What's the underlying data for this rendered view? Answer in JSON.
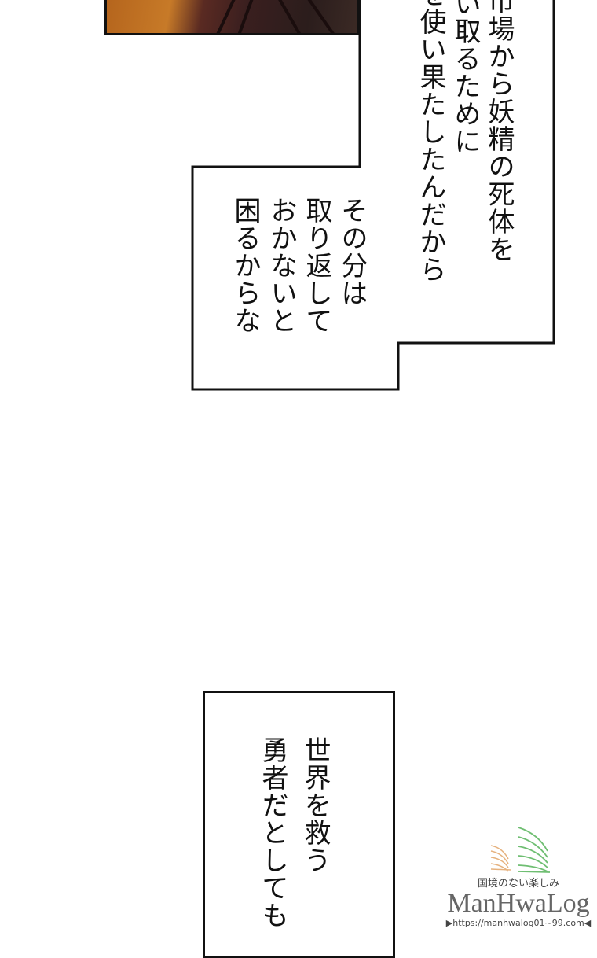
{
  "bubble_1": {
    "lines": [
      "市場から妖精の死体を",
      "買い取るために",
      "を使い果たしたんだから"
    ]
  },
  "bubble_2": {
    "lines": [
      "その分は",
      "取り返して",
      "おかないと",
      "困るからな"
    ]
  },
  "bubble_3": {
    "lines": [
      "世界を救う",
      "勇者だとしても"
    ]
  },
  "watermark": {
    "tagline": "国境のない楽しみ",
    "brand": "ManHwaLog",
    "url": "▶https://manhwalog01~99.com◀",
    "colors": {
      "orange": "#e0a060",
      "green": "#4caf50"
    }
  }
}
